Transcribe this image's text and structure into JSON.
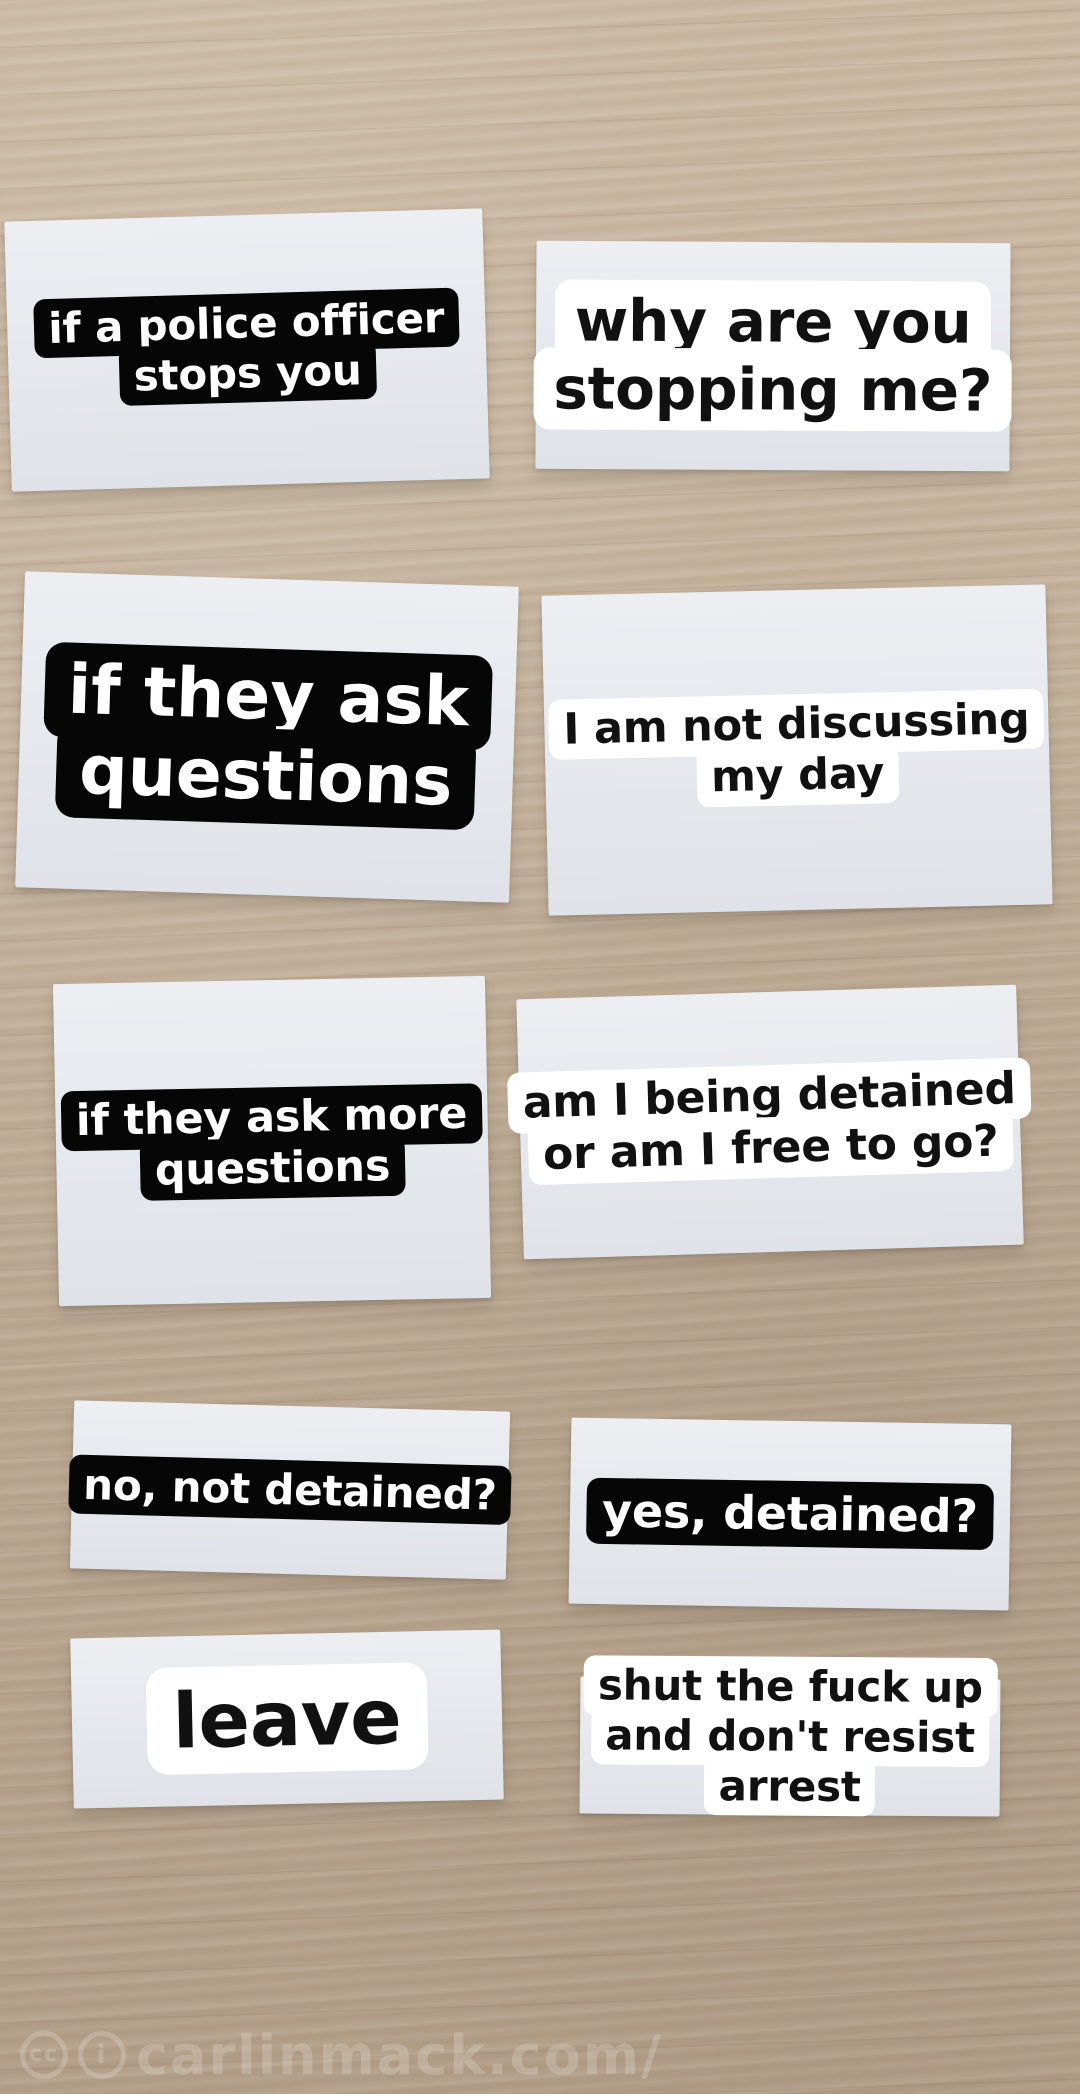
{
  "cards": [
    {
      "style": "dark",
      "lines": [
        "if a police officer",
        "stops you"
      ]
    },
    {
      "style": "light",
      "lines": [
        "why are you",
        "stopping me?"
      ]
    },
    {
      "style": "dark",
      "lines": [
        "if they ask",
        "questions"
      ]
    },
    {
      "style": "light",
      "lines": [
        "I am not discussing",
        "my day"
      ]
    },
    {
      "style": "dark",
      "lines": [
        "if they ask more",
        "questions"
      ]
    },
    {
      "style": "light",
      "lines": [
        "am I being detained",
        "or am I free to go?"
      ]
    },
    {
      "style": "dark",
      "lines": [
        "no, not detained?"
      ]
    },
    {
      "style": "dark",
      "lines": [
        "yes, detained?"
      ]
    },
    {
      "style": "light",
      "lines": [
        "leave"
      ]
    },
    {
      "style": "light",
      "lines": [
        "shut the fuck up",
        "and don't resist",
        "arrest"
      ]
    }
  ],
  "watermark": {
    "cc_symbol": "cc",
    "attribution_symbol": "i",
    "text": "carlinmack.com/"
  },
  "colors": {
    "wood": "#c4b29b",
    "paper": "#e6e8ed",
    "dark_label": "#060606",
    "light_label": "#ffffff"
  }
}
